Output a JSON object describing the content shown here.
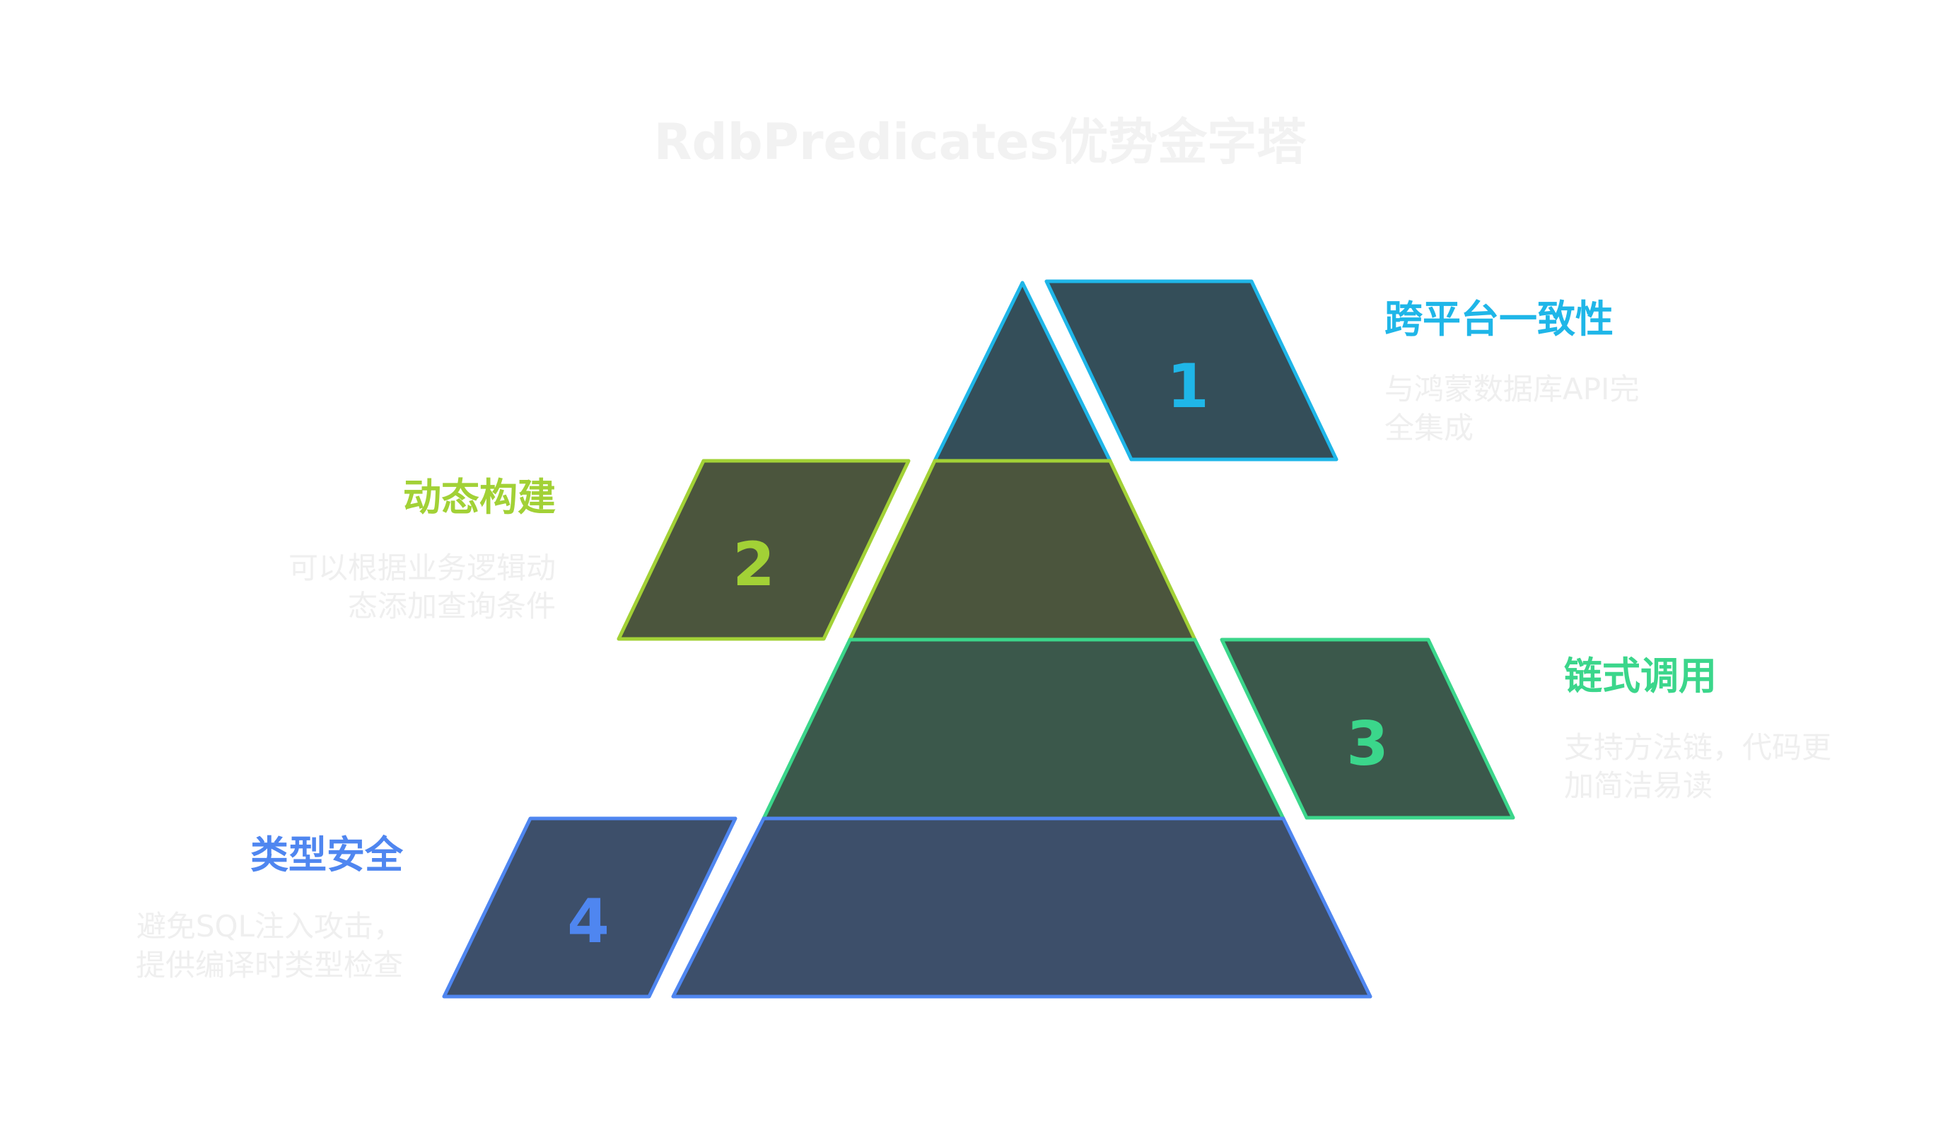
{
  "title": "RdbPredicates优势金字塔",
  "colors": {
    "title": "#f2f2f2",
    "desc": "#efefef",
    "background": "#ffffff"
  },
  "levels": [
    {
      "number": "1",
      "heading": "跨平台一致性",
      "desc_lines": [
        "与鸿蒙数据库API完",
        "全集成"
      ],
      "stroke": "#1fb6e8",
      "fill": "#344e59",
      "side": "right"
    },
    {
      "number": "2",
      "heading": "动态构建",
      "desc_lines": [
        "可以根据业务逻辑动",
        "态添加查询条件"
      ],
      "stroke": "#a2d136",
      "fill": "#4b553d",
      "side": "left"
    },
    {
      "number": "3",
      "heading": "链式调用",
      "desc_lines": [
        "支持方法链，代码更",
        "加简洁易读"
      ],
      "stroke": "#3bd68b",
      "fill": "#3b584b",
      "side": "right"
    },
    {
      "number": "4",
      "heading": "类型安全",
      "desc_lines": [
        "避免SQL注入攻击，",
        "提供编译时类型检查"
      ],
      "stroke": "#4f86f0",
      "fill": "#3d4f6a",
      "side": "left"
    }
  ]
}
